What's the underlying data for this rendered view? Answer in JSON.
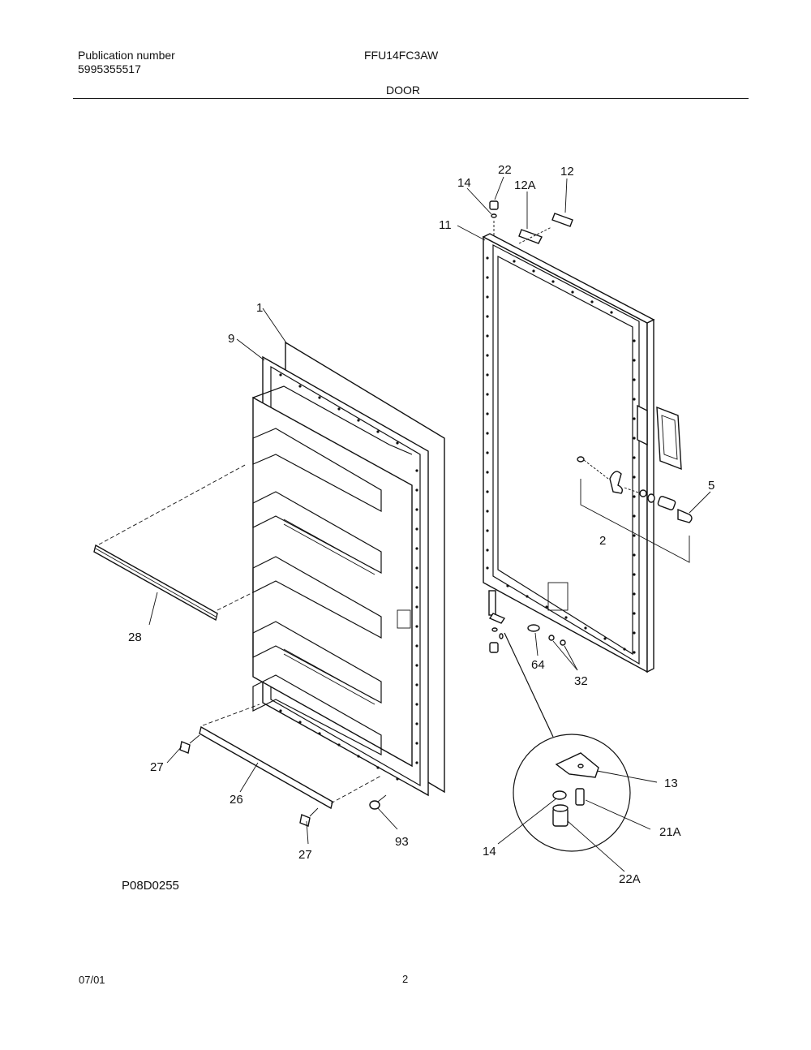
{
  "header": {
    "publication_label": "Publication number",
    "publication_number": "5995355517",
    "model": "FFU14FC3AW",
    "section": "DOOR"
  },
  "diagram": {
    "drawing_id": "P08D0255",
    "callouts": {
      "c22": "22",
      "c14_top": "14",
      "c12a": "12A",
      "c12": "12",
      "c11": "11",
      "c1": "1",
      "c9": "9",
      "c5": "5",
      "c2": "2",
      "c28": "28",
      "c64": "64",
      "c32": "32",
      "c13": "13",
      "c27_left": "27",
      "c26": "26",
      "c21a": "21A",
      "c14_bottom": "14",
      "c27_bottom": "27",
      "c93": "93",
      "c22a": "22A"
    }
  },
  "footer": {
    "date": "07/01",
    "page": "2"
  }
}
